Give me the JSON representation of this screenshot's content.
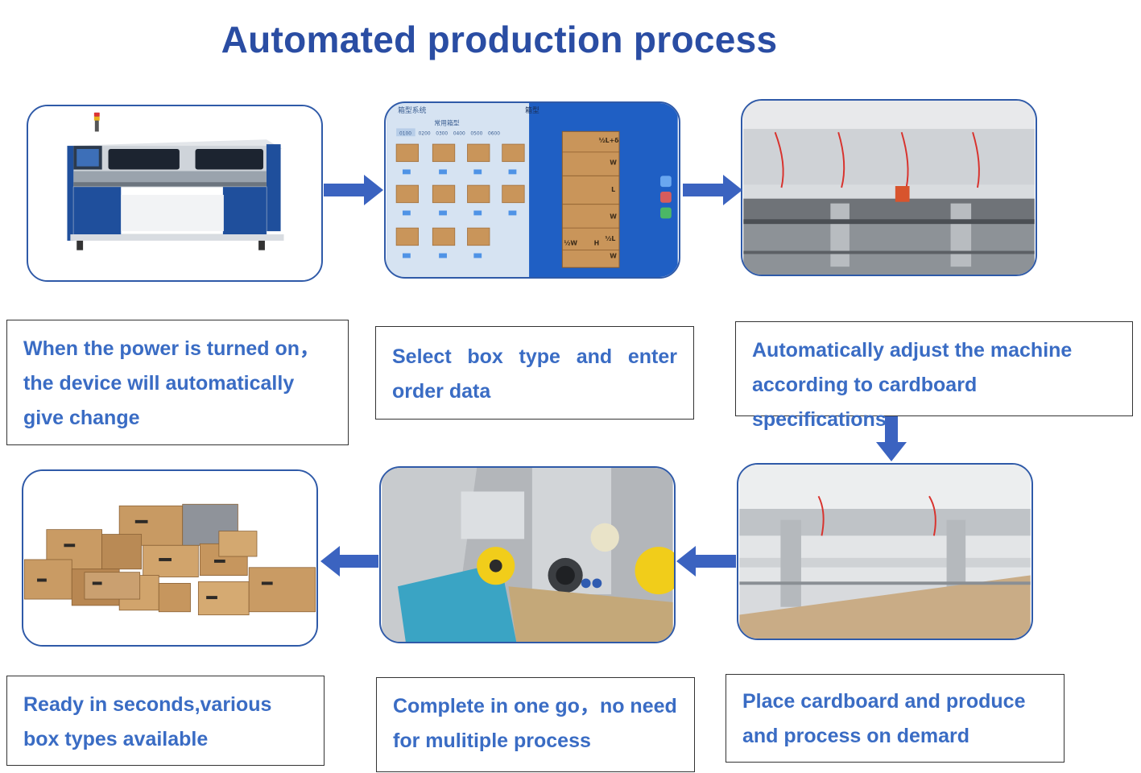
{
  "title": "Automated production process",
  "colors": {
    "title": "#2a4da3",
    "caption_text": "#3a6cc4",
    "frame": "#2f5aa8",
    "arrow": "#3b63c0"
  },
  "steps": [
    {
      "caption": "When the power is turned on，the device will automatically give change",
      "image": "box-making-machine"
    },
    {
      "caption": "Select box type and enter order data",
      "image": "touchscreen-box-type-selection"
    },
    {
      "caption": "Automatically adjust the machine according to cardboard specifications",
      "image": "machine-adjustment-closeup"
    },
    {
      "caption": "Place cardboard and produce and process on demard",
      "image": "cardboard-feeding-closeup"
    },
    {
      "caption": "Complete in one go，no need for mulitiple process",
      "image": "rollers-processing-closeup"
    },
    {
      "caption": "Ready in seconds,various box types available",
      "image": "stack-of-cardboard-boxes"
    }
  ],
  "screen": {
    "header": "箱型系统",
    "panel_title": "箱型",
    "subtitle": "常用箱型",
    "tabs": [
      "0100",
      "0200",
      "0300",
      "0400",
      "0500",
      "0600"
    ],
    "diagram_labels": [
      "½L+δ",
      "W",
      "L",
      "W",
      "½W",
      "H",
      "½L",
      "W"
    ]
  }
}
